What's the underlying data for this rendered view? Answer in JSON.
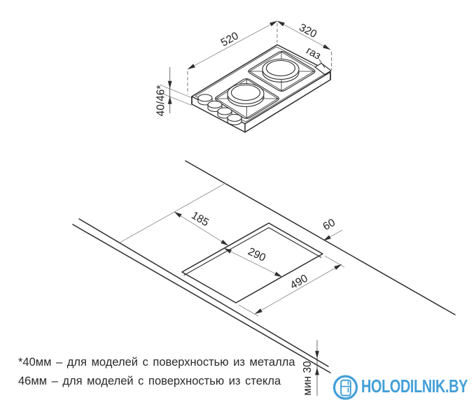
{
  "hob": {
    "width": "520",
    "depth": "320",
    "height": "40/46*",
    "gas": "газ"
  },
  "cutout": {
    "front_offset": "185",
    "depth": "290",
    "back_offset": "60",
    "width": "490",
    "min_thickness": "мин 30"
  },
  "footnotes": {
    "line1": "*40мм – для моделей с поверхностью из металла",
    "line2": "46мм – для моделей с поверхностью из стекла"
  },
  "branding": {
    "logo_text": "HOLODILNIK.BY",
    "logo_color": "#429fd8",
    "logo_icon": "fridge-icon"
  },
  "colors": {
    "drawing_line": "#2c2c2c",
    "dimension_line": "#8f8f8f",
    "background": "#ffffff"
  }
}
